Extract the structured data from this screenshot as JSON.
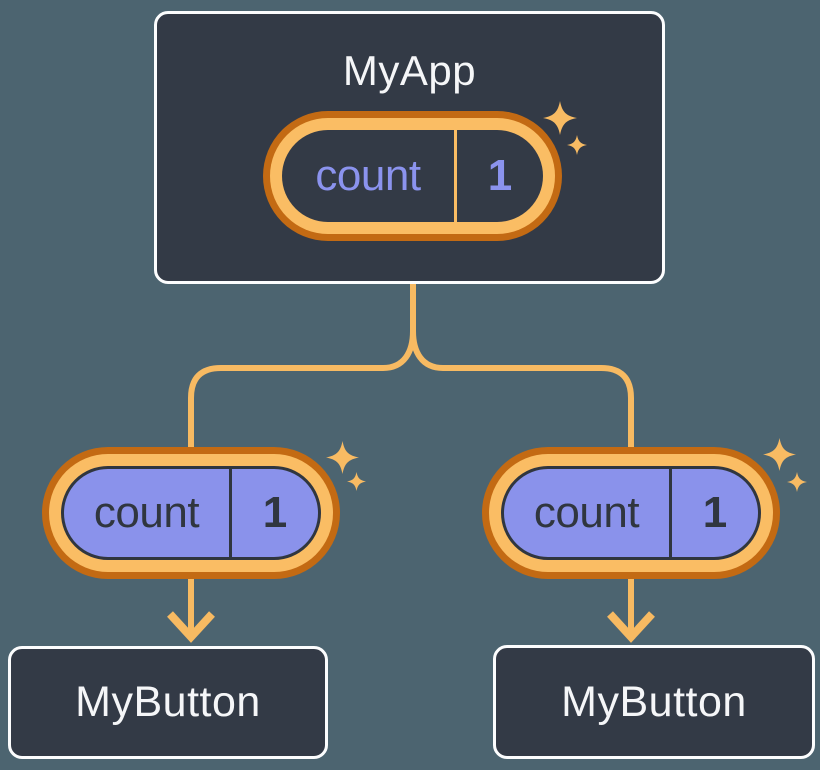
{
  "diagram": {
    "description": "React component tree with state passed down as props",
    "root": {
      "title": "MyApp",
      "badge": {
        "label": "count",
        "value": "1"
      }
    },
    "children": [
      {
        "title": "MyButton",
        "badge": {
          "label": "count",
          "value": "1"
        }
      },
      {
        "title": "MyButton",
        "badge": {
          "label": "count",
          "value": "1"
        }
      }
    ]
  },
  "icons": {
    "sparkle": "four-point-star-icon",
    "arrow": "arrow-down-icon"
  },
  "colors": {
    "background": "#4C6470",
    "box_fill": "#333A46",
    "box_border": "#FCFDFE",
    "pill_ring_outer": "#C36A13",
    "pill_ring_inner": "#FABD64",
    "pill_fill_child": "#8A92EB",
    "connector_line": "#F7BA62",
    "text_light": "#F5F6F8",
    "text_dark": "#30363F",
    "text_periwinkle": "#8B93EE"
  }
}
